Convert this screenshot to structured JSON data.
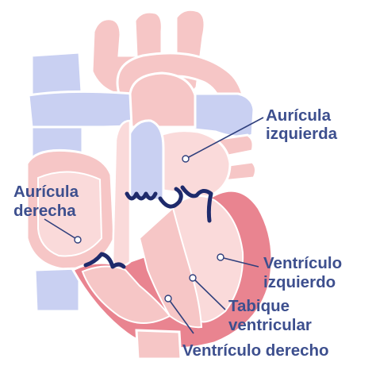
{
  "labels": {
    "left_atrium_line1": "Aurícula",
    "left_atrium_line2": "izquierda",
    "right_atrium_line1": "Aurícula",
    "right_atrium_line2": "derecha",
    "left_ventricle_line1": "Ventrículo",
    "left_ventricle_line2": "izquierdo",
    "septum_line1": "Tabique",
    "septum_line2": "ventricular",
    "right_ventricle": "Ventrículo derecho"
  },
  "colors": {
    "tissue": "#f6c6c6",
    "tissue_light": "#fadada",
    "tissue_dark": "#ef9aa3",
    "muscle": "#e98490",
    "outline": "#ffffff",
    "vessel_blue": "#c9d0f2",
    "valve": "#1e2a6b",
    "text": "#3d4f8e"
  }
}
